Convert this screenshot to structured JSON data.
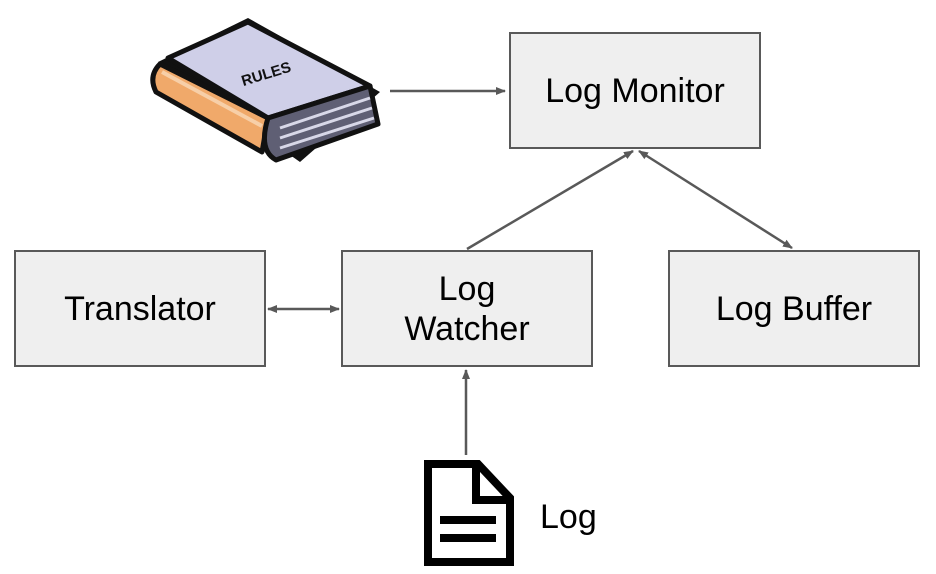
{
  "nodes": {
    "log_monitor": "Log Monitor",
    "translator": "Translator",
    "log_watcher": "Log\nWatcher",
    "log_buffer": "Log Buffer"
  },
  "rules_book": {
    "label": "RULES",
    "icon": "book-icon"
  },
  "log_document": {
    "label": "Log",
    "icon": "document-icon"
  },
  "colors": {
    "box_fill": "#efefef",
    "box_border": "#595959",
    "arrow": "#595959",
    "book_cover": "#cfcfe8",
    "book_pages": "#f0a96a"
  }
}
